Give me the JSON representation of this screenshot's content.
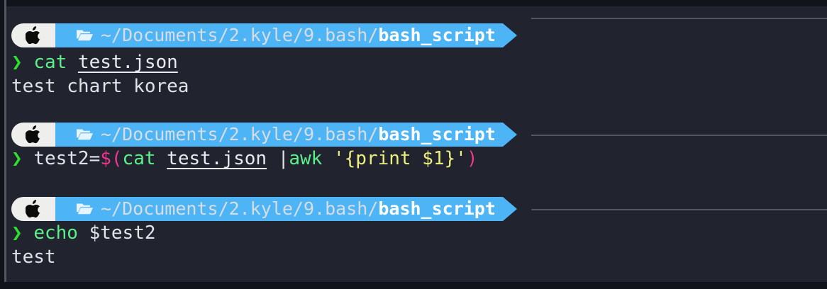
{
  "terminal": {
    "background_color": "#21232e",
    "frame_color": "#12141c",
    "prompt_bar": {
      "apple_icon": "apple-logo-icon",
      "folder_icon": "folder-open-icon",
      "apple_segment_color": "#eeeeec",
      "path_segment_color": "#4db5f5",
      "path_prefix": "~/Documents/2.kyle/9.bash/",
      "path_leaf": "bash_script",
      "rule_color": "#55575f"
    },
    "prompt_symbol": "❯",
    "prompt_symbol_color": "#2ee02e",
    "blocks": [
      {
        "id": "block-1",
        "command_tokens": [
          {
            "text": "cat",
            "style": "cmd"
          },
          {
            "text": " ",
            "style": "white"
          },
          {
            "text": "test.json",
            "style": "path-arg"
          }
        ],
        "command_plain": "cat test.json",
        "output": "test chart korea"
      },
      {
        "id": "block-2",
        "command_tokens": [
          {
            "text": "test2=",
            "style": "white"
          },
          {
            "text": "$(",
            "style": "magenta"
          },
          {
            "text": "cat",
            "style": "cmd"
          },
          {
            "text": " ",
            "style": "white"
          },
          {
            "text": "test.json",
            "style": "path-arg"
          },
          {
            "text": " |",
            "style": "white"
          },
          {
            "text": "awk",
            "style": "cmd"
          },
          {
            "text": " ",
            "style": "white"
          },
          {
            "text": "'{print $1}'",
            "style": "yellow"
          },
          {
            "text": ")",
            "style": "magenta"
          }
        ],
        "command_plain": "test2=$(cat test.json |awk '{print $1}')",
        "output": ""
      },
      {
        "id": "block-3",
        "command_tokens": [
          {
            "text": "echo",
            "style": "cmd"
          },
          {
            "text": " $test2",
            "style": "white"
          }
        ],
        "command_plain": "echo $test2",
        "output": "test"
      }
    ]
  }
}
